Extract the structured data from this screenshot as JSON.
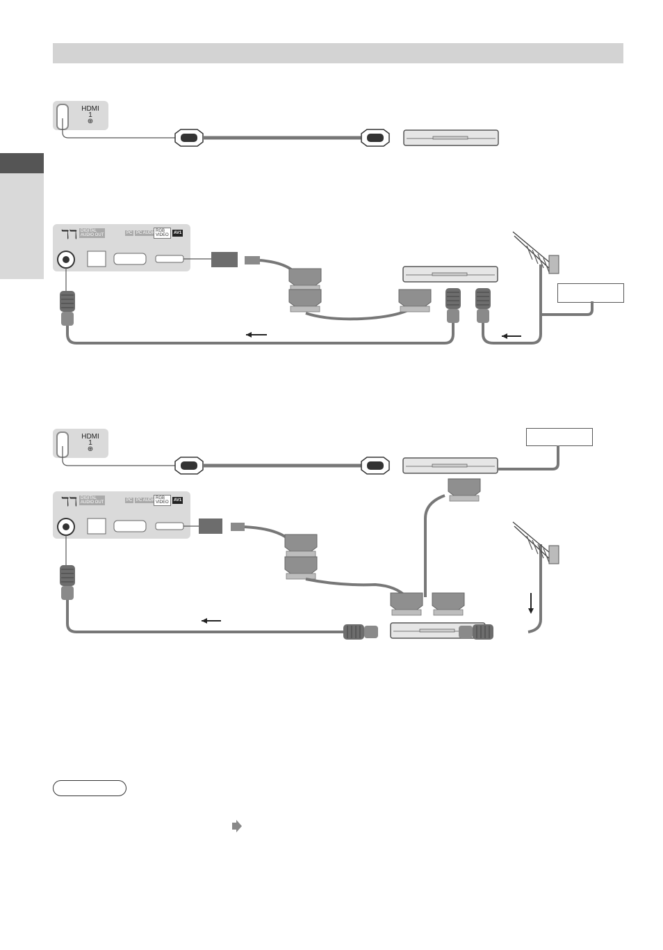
{
  "diagram1": {
    "hdmi_port": {
      "title": "HDMI",
      "number": "1"
    }
  },
  "diagram2": {
    "panel": {
      "digital_audio_out": [
        "DIGITAL",
        "AUDIO OUT"
      ],
      "pc": "PC",
      "pc_audio": "PC AUDIO",
      "rgb": "RGB",
      "video": "VIDEO",
      "av1": "AV1"
    },
    "set_top_label": ""
  },
  "diagram3": {
    "hdmi_port": {
      "title": "HDMI",
      "number": "1"
    },
    "panel": {
      "digital_audio_out": [
        "DIGITAL",
        "AUDIO OUT"
      ],
      "pc": "PC",
      "pc_audio": "PC AUDIO",
      "rgb": "RGB",
      "video": "VIDEO",
      "av1": "AV1"
    },
    "set_top_label": ""
  },
  "note": {
    "label": ""
  },
  "colors": {
    "header": "#d3d3d3",
    "sidebar_dark": "#555555",
    "sidebar_light": "#d9d9d9",
    "cable": "#777777",
    "panel": "#dadada"
  },
  "icons": [
    "hdmi-port-icon",
    "antenna-icon",
    "arrow-right-icon",
    "aerial-socket-icon",
    "optical-port-icon",
    "vga-port-icon",
    "scart-port-icon"
  ]
}
